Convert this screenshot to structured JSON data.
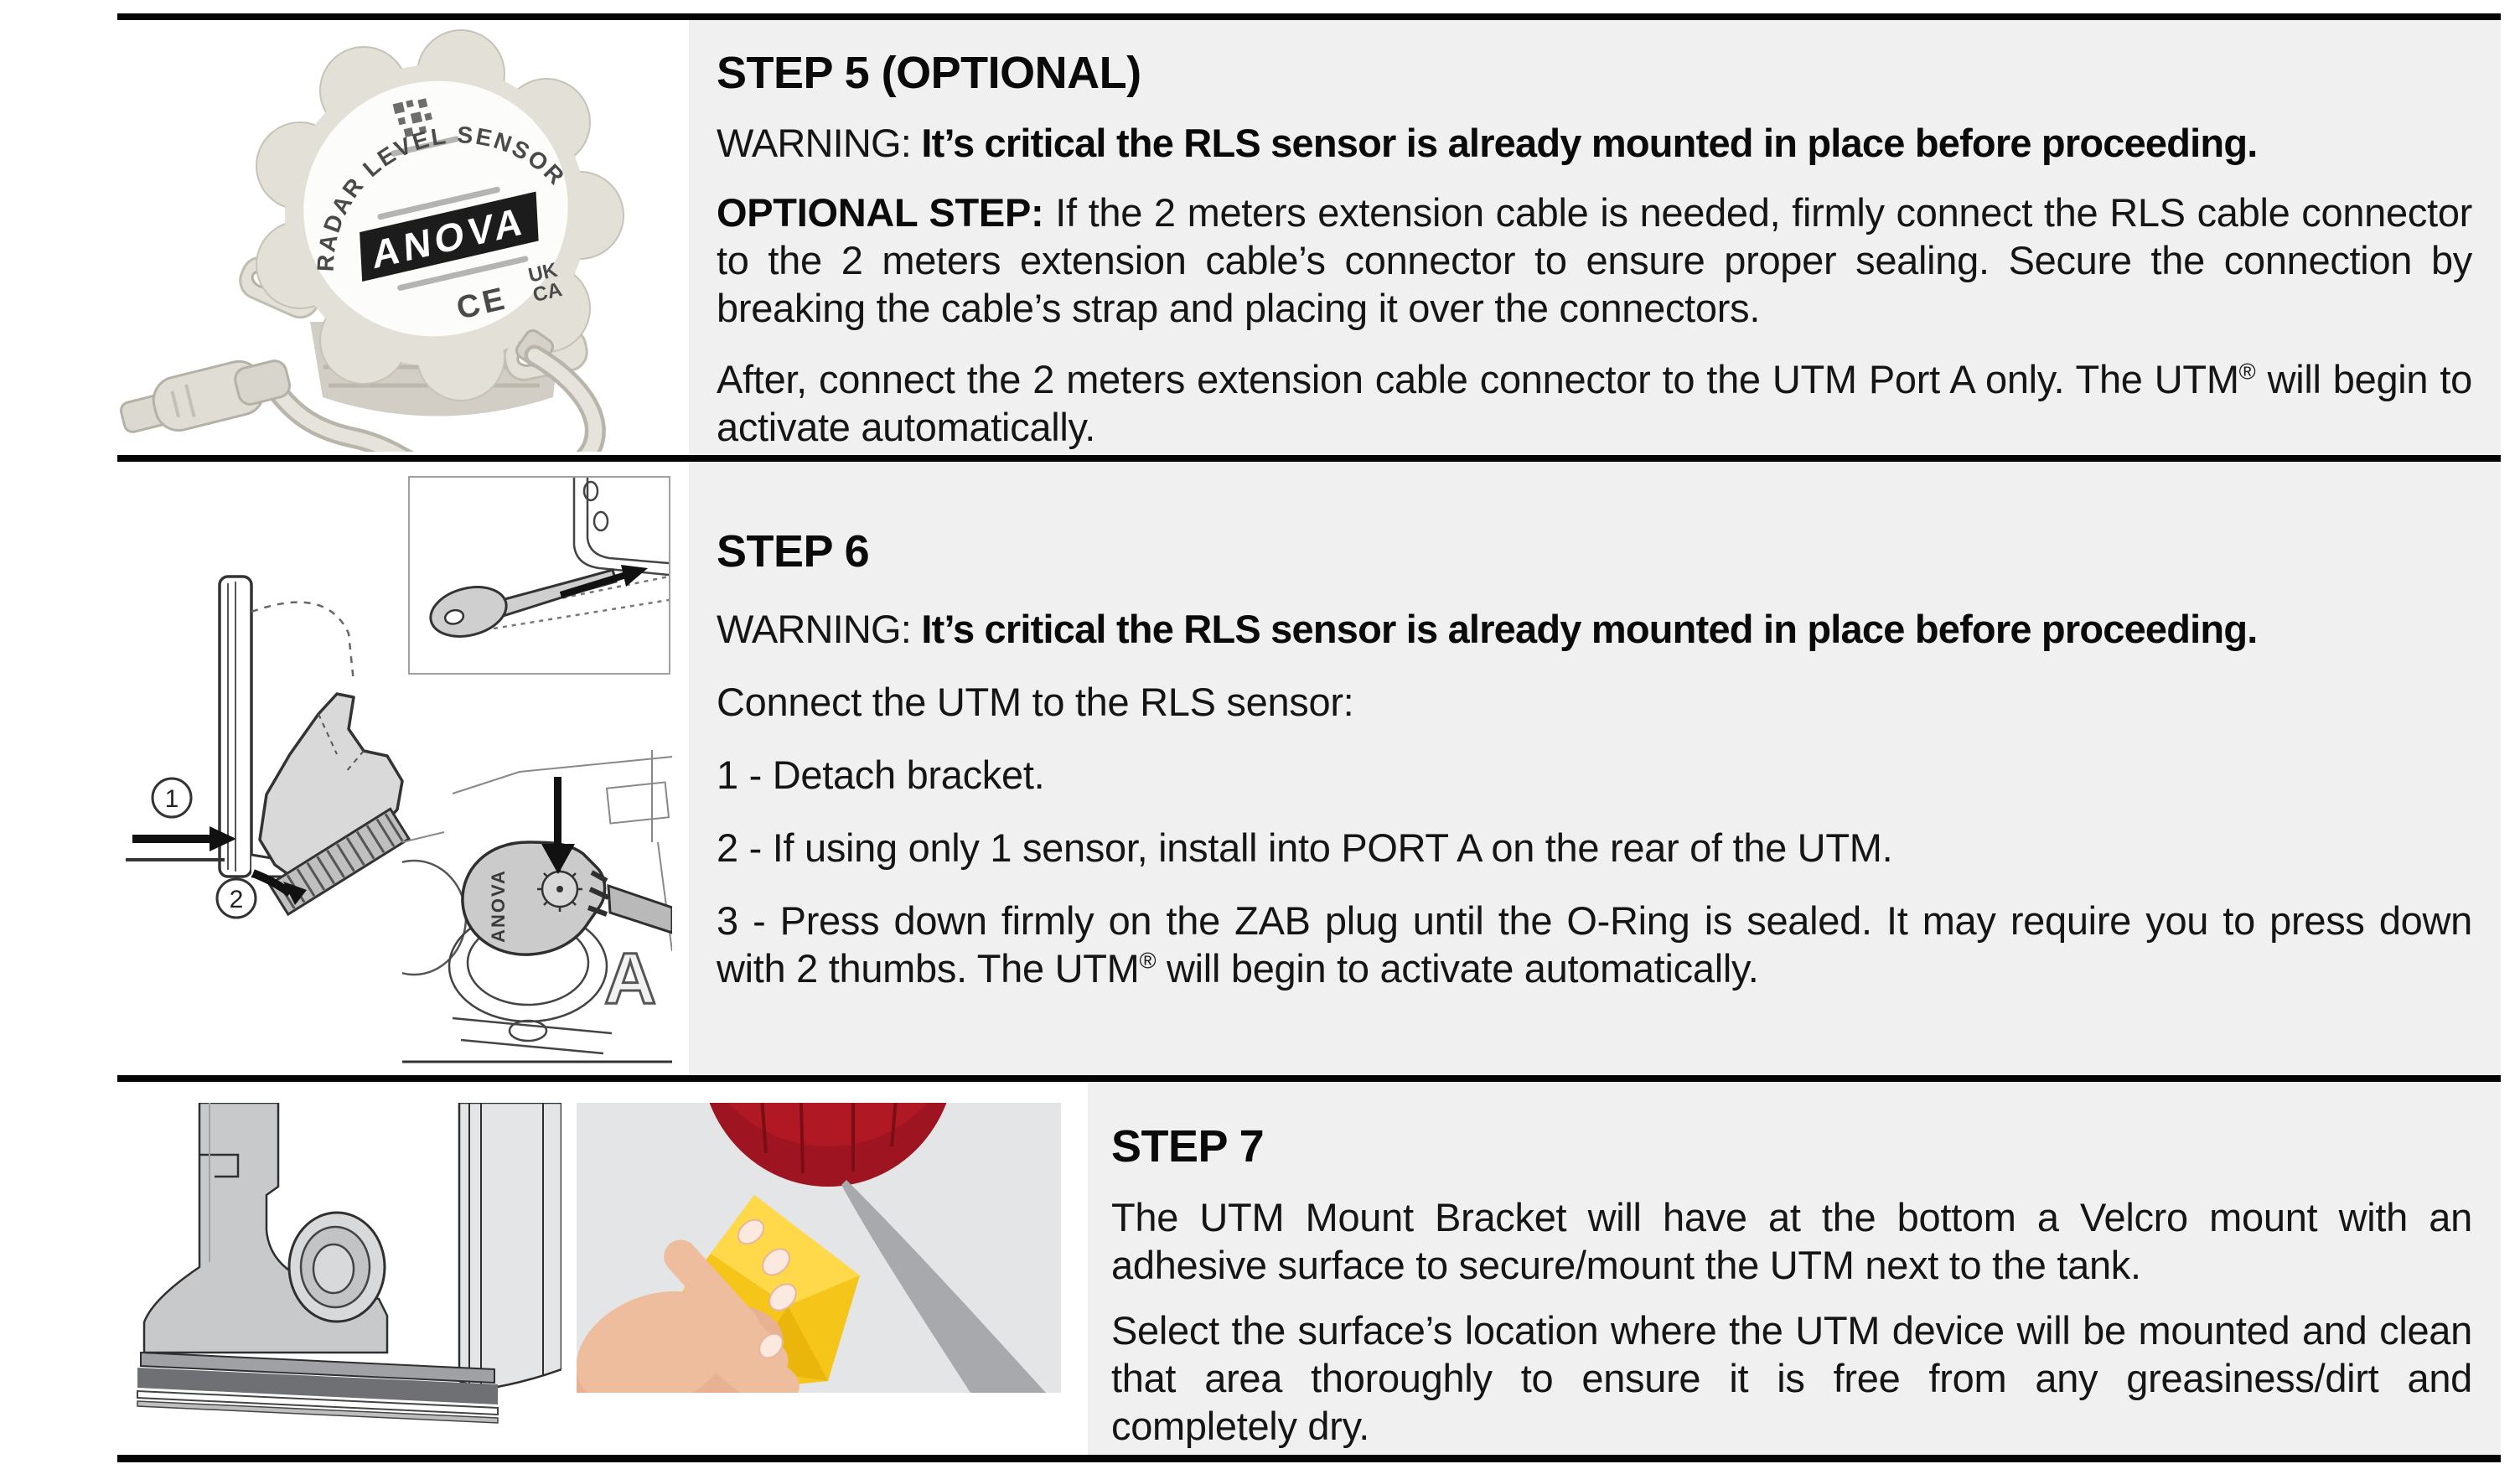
{
  "colors": {
    "panel_bg": "#f0f0f0",
    "rule": "#050505",
    "text": "#151515",
    "sensor_body": "#e3e0d8",
    "line_art": "#2f2f2f",
    "bracket_gray": "#d9d9d9",
    "photo_bg": "#e4e5e7",
    "tank_red": "#9e1420",
    "cloth_yellow": "#f6c51a",
    "shadow_gray": "#a7a9ac",
    "skin": "#edbd9e",
    "velcro_dark": "#6e7073"
  },
  "step5": {
    "title": "STEP 5 (OPTIONAL)",
    "warning_prefix": "WARNING: ",
    "warning_text": "It’s critical the RLS sensor is already mounted in place before proceeding.",
    "optional_lead": "OPTIONAL STEP: ",
    "optional_text": "If the 2 meters extension cable is needed, firmly connect the RLS cable connector to the 2 meters extension cable’s connector to ensure proper sealing. Secure the connection by breaking the cable’s strap and placing it over the connectors.",
    "after_text": "After, connect the 2 meters extension cable connector to the UTM Port A only. The UTM",
    "after_sup": "®",
    "after_text2": " will begin to activate automatically.",
    "image": {
      "brand": "ANOVA",
      "arc_label": "RADAR LEVEL SENSOR",
      "ce_mark": "CE",
      "ukca_line1": "UK",
      "ukca_line2": "CA"
    }
  },
  "step6": {
    "title": "STEP 6",
    "warning_prefix": "WARNING: ",
    "warning_text": "It’s critical the RLS sensor is already mounted in place before proceeding.",
    "intro": "Connect the UTM to the RLS sensor:",
    "items": [
      {
        "text": "1 - Detach bracket.",
        "sup": "",
        "after": ""
      },
      {
        "text": "2 - If using only 1 sensor, install into PORT A on the rear of the UTM.",
        "sup": "",
        "after": ""
      },
      {
        "text": "3 - Press down firmly on the ZAB plug until the O-Ring is sealed. It may require you to press down with 2 thumbs. The UTM",
        "sup": "®",
        "after": " will begin to activate automatically."
      }
    ],
    "diagram": {
      "callout1": "1",
      "callout2": "2",
      "port_letter": "A",
      "plug_brand": "ANOVA"
    }
  },
  "step7": {
    "title": "STEP 7",
    "p1": "The UTM Mount Bracket will have at the bottom a Velcro mount with an adhesive surface to secure/mount the UTM next to the tank.",
    "p2": "Select the surface’s location where the UTM device will be mounted and clean that area thoroughly to ensure it is free from any greasiness/dirt and completely dry."
  }
}
